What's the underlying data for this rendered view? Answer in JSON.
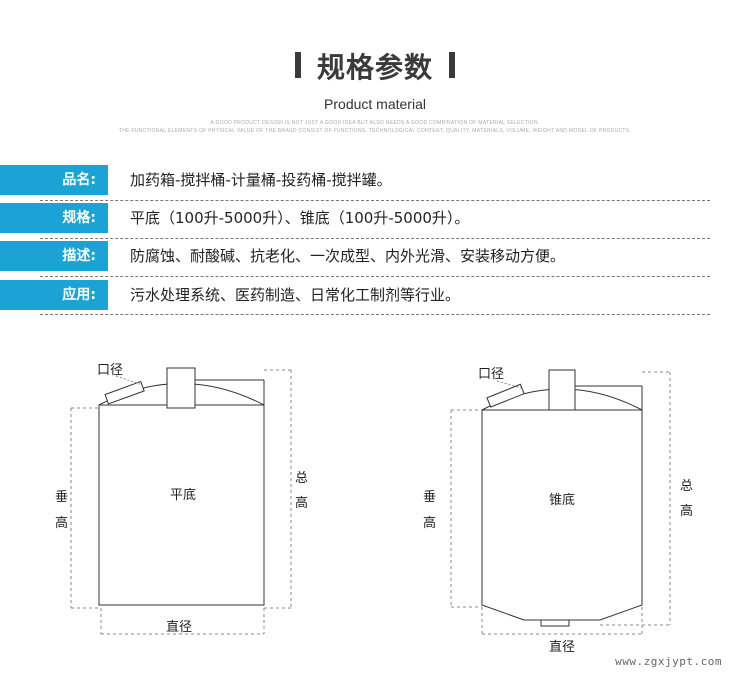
{
  "header": {
    "title": "规格参数",
    "subtitle": "Product material",
    "fine_line_1": "A GOOD PRODUCT DESIGN IS NOT JUST A GOOD IDEA BUT ALSO NEEDS A GOOD COMBINATION OF MATERIAL SELECTION.",
    "fine_line_2": "THE FUNCTIONAL ELEMENTS OF PHYSICAL VALUE OF THE BRAND CONSIST OF FUNCTIONS, TECHNOLOGICAL CONTENT, QUALITY, MATERIALS, VOLUME, WEIGHT AND MODEL OF PRODUCTS."
  },
  "specs": [
    {
      "label": "品名:",
      "value": "加药箱-搅拌桶-计量桶-投药桶-搅拌罐。"
    },
    {
      "label": "规格:",
      "value": "平底（100升-5000升）、锥底（100升-5000升）。"
    },
    {
      "label": "描述:",
      "value": "防腐蚀、耐酸碱、抗老化、一次成型、内外光滑、安装移动方便。"
    },
    {
      "label": "应用:",
      "value": "污水处理系统、医药制造、日常化工制剂等行业。"
    }
  ],
  "diagrams": {
    "flat": {
      "port_label": "口径",
      "type_label": "平底",
      "vertical_label": [
        "垂",
        "高"
      ],
      "total_label": [
        "总",
        "高"
      ],
      "diameter_label": "直径"
    },
    "cone": {
      "port_label": "口径",
      "type_label": "锥底",
      "vertical_label": [
        "垂",
        "高"
      ],
      "total_label": [
        "总",
        "高"
      ],
      "diameter_label": "直径"
    }
  },
  "watermark": "www.zgxjypt.com",
  "colors": {
    "accent": "#1aa3d4",
    "title": "#3a3a3a"
  }
}
